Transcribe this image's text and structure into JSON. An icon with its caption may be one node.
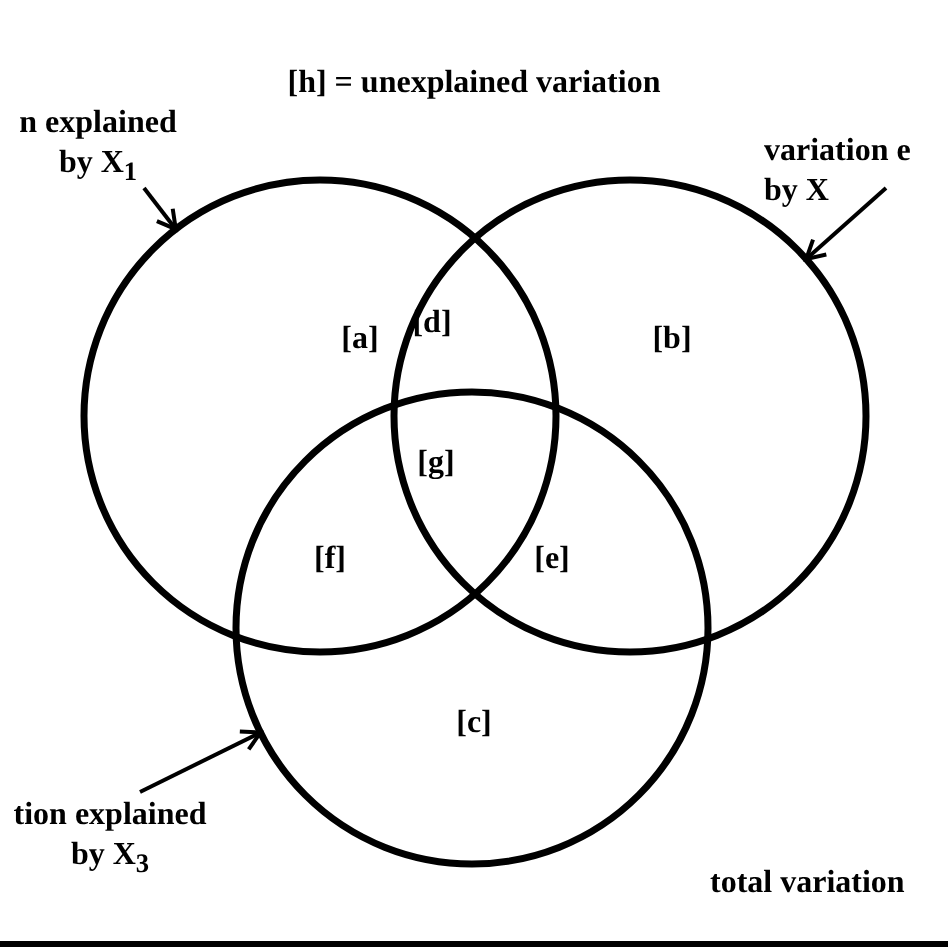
{
  "diagram": {
    "nodes": [
      {
        "text": [
          "n explained by X$_{1}$"
        ]
      },
      {
        "text": [],
        "shape": "circle"
      },
      {
        "text": [
          "variation e by X"
        ]
      },
      {
        "text": [],
        "shape": "circle"
      },
      {
        "text": [],
        "shape": "circle"
      },
      {
        "text": [
          "tion explained by X$_{3}$"
        ]
      }
    ],
    "edges": [
      {
        "from": 0,
        "to": 1,
        "arrow": "to"
      },
      {
        "from": 2,
        "to": 3,
        "arrow": "to"
      },
      {
        "from": 5,
        "to": 4,
        "arrow": "to"
      }
    ],
    "labels": [
      "[h] = unexplained variation",
      "[a]",
      "[d]",
      "[b]",
      "[g]",
      "[f]",
      "[e]",
      "[c]",
      "total variation"
    ]
  }
}
